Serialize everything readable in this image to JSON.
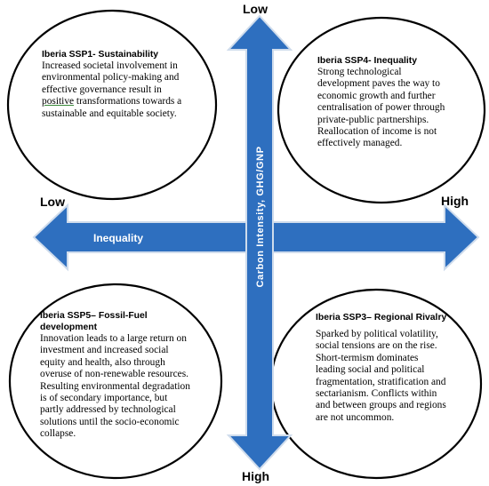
{
  "axes": {
    "vertical": {
      "label": "Carbon Intensity, GHG/GNP",
      "top_end": "Low",
      "bottom_end": "High"
    },
    "horizontal": {
      "label": "Inequality",
      "left_end": "Low",
      "right_end": "High"
    }
  },
  "scenarios": {
    "ssp1": {
      "title": "Iberia SSP1- Sustainability",
      "body_before": "Increased societal involvement in environmental policy-making and effective governance result in ",
      "body_underlined": "positive",
      "body_after": " transformations towards a sustainable and equitable society."
    },
    "ssp4": {
      "title": "Iberia SSP4- Inequality",
      "body": "Strong technological development paves the way to economic growth and further centralisation of power through private-public partnerships. Reallocation of income is not effectively managed."
    },
    "ssp5": {
      "title": "Iberia SSP5– Fossil-Fuel development",
      "body": "Innovation leads to a large return on investment and increased social equity and health, also through overuse of non-renewable resources. Resulting environmental degradation is of secondary importance, but partly addressed by technological solutions until the socio-economic collapse."
    },
    "ssp3": {
      "title": "Iberia SSP3– Regional Rivalry",
      "body": "Sparked by political volatility, social tensions are on the rise. Short-termism dominates leading social and political fragmentation, stratification and sectarianism. Conflicts within and between groups and regions are not uncommon."
    }
  },
  "colors": {
    "arrow_fill": "#2e6fbf",
    "arrow_stroke": "#cfdcec",
    "arrow_text": "#ffffff",
    "circle_stroke": "#000000"
  }
}
